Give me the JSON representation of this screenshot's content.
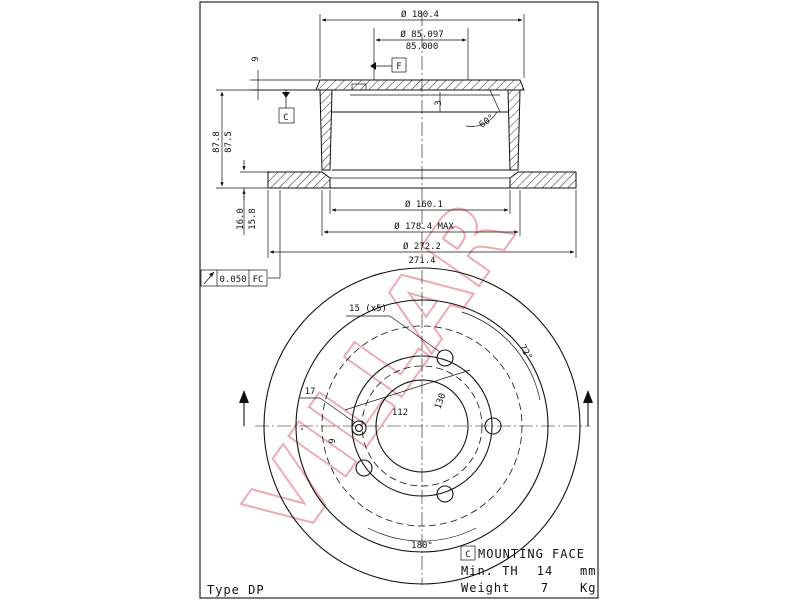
{
  "dimensions": {
    "d_top": "Ø 180.4",
    "d_hub_max": "Ø 85.097",
    "d_hub_min": "85.000",
    "d_inner": "Ø 160.1",
    "d_178": "Ø 178.4 MAX",
    "d_outer_max": "Ø 272.2",
    "d_outer_min": "271.4",
    "height_a": "87.8",
    "height_b": "87.5",
    "thick_a": "16.0",
    "thick_b": "15.8",
    "small_9_top": "9",
    "small_3": "3",
    "angle_60": "60°",
    "hole_spec": "15 (x5)",
    "angle_72": "72°",
    "bolt_17": "17",
    "bolt_9": "9",
    "pcd_112": "112",
    "pcd_130": "130",
    "angle_180": "180°"
  },
  "datums": {
    "f": "F",
    "c": "C",
    "tolerance_value": "0.050",
    "tolerance_ref": "FC"
  },
  "notes": {
    "mounting_ref": "C",
    "mounting_face": "MOUNTING FACE",
    "min_th_label": "Min. TH",
    "min_th_value": "14",
    "min_th_unit": "mm",
    "weight_label": "Weight",
    "weight_value": "7",
    "weight_unit": "Kg",
    "type": "Type DP"
  },
  "watermark": "VILLAR"
}
